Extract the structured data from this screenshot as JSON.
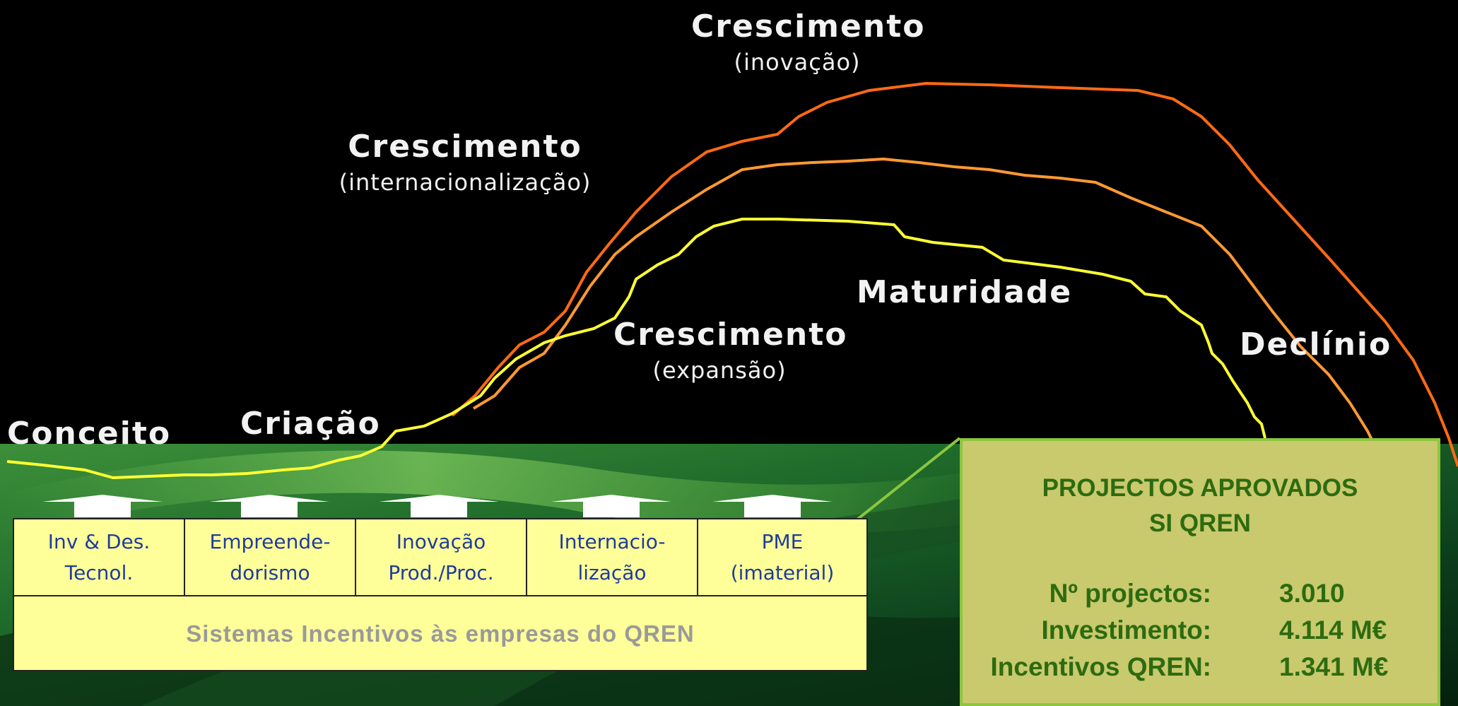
{
  "stages": {
    "conceito": "Conceito",
    "criacao": "Criação",
    "crescimento_expansao": {
      "title": "Crescimento",
      "subtitle": "(expansão)"
    },
    "crescimento_internacionalizacao": {
      "title": "Crescimento",
      "subtitle": "(internacionalização)"
    },
    "crescimento_inovacao": {
      "title": "Crescimento",
      "subtitle": "(inovação)"
    },
    "maturidade": "Maturidade",
    "declinio": "Declínio"
  },
  "incentive_table": {
    "categories": [
      "Inv & Des.\nTecnol.",
      "Empreende-\ndorismo",
      "Inovação\nProd./Proc.",
      "Internacio-\nlização",
      "PME\n(imaterial)"
    ],
    "footer": "Sistemas Incentivos às empresas do QREN"
  },
  "summary": {
    "title": "PROJECTOS APROVADOS\nSI QREN",
    "stats": [
      {
        "label": "Nº projectos:",
        "value": "3.010"
      },
      {
        "label": "Investimento:",
        "value": "4.114 M€"
      },
      {
        "label": "Incentivos QREN:",
        "value": "1.341 M€"
      }
    ]
  },
  "colors": {
    "background": "#000000",
    "curve_yellow": "#ffff33",
    "curve_orange": "#ff9933",
    "curve_red_orange": "#ff6a14",
    "table_fill": "#ffff99",
    "table_text": "#1f3c9a",
    "summary_fill": "#c9c96d",
    "summary_border": "#8cc63f",
    "summary_text": "#2d6b10"
  }
}
